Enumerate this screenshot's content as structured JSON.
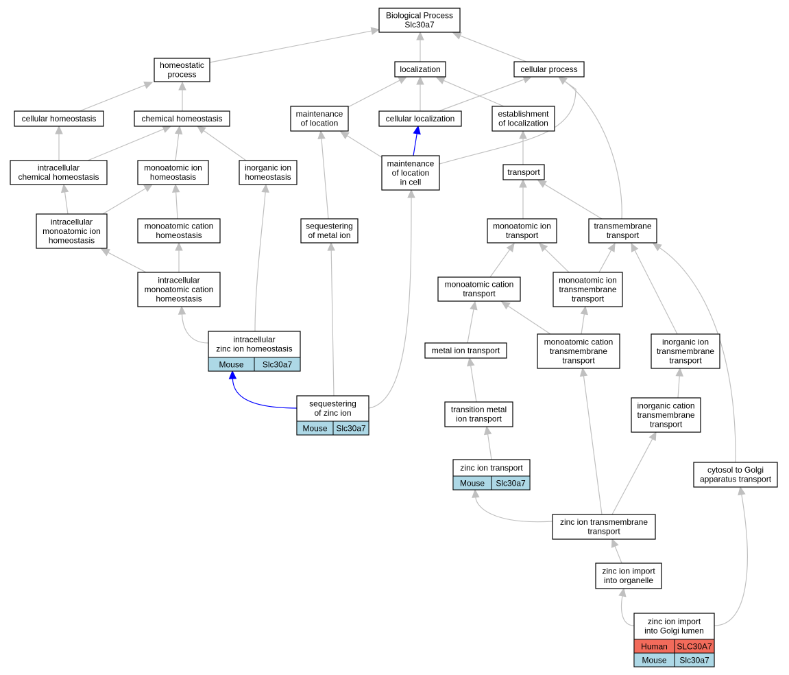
{
  "colors": {
    "edge_default": "#c0c0c0",
    "edge_highlight": "#0000ff",
    "mouse_cell": "#add8e6",
    "human_cell": "#f26b5b",
    "node_border": "#000000",
    "node_fill": "#ffffff"
  },
  "nodes": {
    "bp": {
      "lines": [
        "Biological Process",
        "Slc30a7"
      ]
    },
    "homeostatic": {
      "lines": [
        "homeostatic",
        "process"
      ]
    },
    "localization": {
      "lines": [
        "localization"
      ]
    },
    "cellular_process": {
      "lines": [
        "cellular process"
      ]
    },
    "cellular_homeostasis": {
      "lines": [
        "cellular homeostasis"
      ]
    },
    "chemical_homeostasis": {
      "lines": [
        "chemical homeostasis"
      ]
    },
    "maintenance_location": {
      "lines": [
        "maintenance",
        "of location"
      ]
    },
    "cellular_localization": {
      "lines": [
        "cellular localization"
      ]
    },
    "establishment_localization": {
      "lines": [
        "establishment",
        "of localization"
      ]
    },
    "intracellular_chemical": {
      "lines": [
        "intracellular",
        "chemical homeostasis"
      ]
    },
    "monoatomic_ion_homeostasis": {
      "lines": [
        "monoatomic ion",
        "homeostasis"
      ]
    },
    "inorganic_ion_homeostasis": {
      "lines": [
        "inorganic ion",
        "homeostasis"
      ]
    },
    "maintenance_location_cell": {
      "lines": [
        "maintenance",
        "of location",
        "in cell"
      ]
    },
    "transport": {
      "lines": [
        "transport"
      ]
    },
    "intracellular_monoatomic_ion": {
      "lines": [
        "intracellular",
        "monoatomic ion",
        "homeostasis"
      ]
    },
    "monoatomic_cation_homeostasis": {
      "lines": [
        "monoatomic cation",
        "homeostasis"
      ]
    },
    "sequestering_metal_ion": {
      "lines": [
        "sequestering",
        "of metal ion"
      ]
    },
    "monoatomic_ion_transport": {
      "lines": [
        "monoatomic ion",
        "transport"
      ]
    },
    "transmembrane_transport": {
      "lines": [
        "transmembrane",
        "transport"
      ]
    },
    "intracellular_monoatomic_cation": {
      "lines": [
        "intracellular",
        "monoatomic cation",
        "homeostasis"
      ]
    },
    "monoatomic_cation_transport": {
      "lines": [
        "monoatomic cation",
        "transport"
      ]
    },
    "monoatomic_ion_tm_transport": {
      "lines": [
        "monoatomic ion",
        "transmembrane",
        "transport"
      ]
    },
    "intracellular_zinc": {
      "lines": [
        "intracellular",
        "zinc ion homeostasis"
      ],
      "rows": [
        [
          "Mouse",
          "Slc30a7"
        ]
      ]
    },
    "metal_ion_transport": {
      "lines": [
        "metal ion transport"
      ]
    },
    "monoatomic_cation_tm_transport": {
      "lines": [
        "monoatomic cation",
        "transmembrane",
        "transport"
      ]
    },
    "inorganic_ion_tm_transport": {
      "lines": [
        "inorganic ion",
        "transmembrane",
        "transport"
      ]
    },
    "sequestering_zinc": {
      "lines": [
        "sequestering",
        "of zinc ion"
      ],
      "rows": [
        [
          "Mouse",
          "Slc30a7"
        ]
      ]
    },
    "transition_metal_transport": {
      "lines": [
        "transition metal",
        "ion transport"
      ]
    },
    "inorganic_cation_tm_transport": {
      "lines": [
        "inorganic cation",
        "transmembrane",
        "transport"
      ]
    },
    "zinc_ion_transport": {
      "lines": [
        "zinc ion transport"
      ],
      "rows": [
        [
          "Mouse",
          "Slc30a7"
        ]
      ]
    },
    "cytosol_golgi": {
      "lines": [
        "cytosol to Golgi",
        "apparatus transport"
      ]
    },
    "zinc_tm_transport": {
      "lines": [
        "zinc ion transmembrane",
        "transport"
      ]
    },
    "zinc_import_organelle": {
      "lines": [
        "zinc ion import",
        "into organelle"
      ]
    },
    "zinc_import_golgi": {
      "lines": [
        "zinc ion import",
        "into Golgi lumen"
      ],
      "rows": [
        [
          "Human",
          "SLC30A7"
        ],
        [
          "Mouse",
          "Slc30a7"
        ]
      ]
    }
  },
  "edges": [
    {
      "from": "homeostatic",
      "to": "bp"
    },
    {
      "from": "localization",
      "to": "bp"
    },
    {
      "from": "cellular_process",
      "to": "bp"
    },
    {
      "from": "cellular_homeostasis",
      "to": "homeostatic"
    },
    {
      "from": "chemical_homeostasis",
      "to": "homeostatic"
    },
    {
      "from": "maintenance_location",
      "to": "localization"
    },
    {
      "from": "cellular_localization",
      "to": "localization"
    },
    {
      "from": "establishment_localization",
      "to": "localization"
    },
    {
      "from": "cellular_localization",
      "to": "cellular_process"
    },
    {
      "from": "intracellular_chemical",
      "to": "cellular_homeostasis"
    },
    {
      "from": "intracellular_chemical",
      "to": "chemical_homeostasis"
    },
    {
      "from": "monoatomic_ion_homeostasis",
      "to": "chemical_homeostasis"
    },
    {
      "from": "inorganic_ion_homeostasis",
      "to": "chemical_homeostasis"
    },
    {
      "from": "maintenance_location_cell",
      "to": "maintenance_location"
    },
    {
      "from": "maintenance_location_cell",
      "to": "cellular_localization",
      "highlight": true
    },
    {
      "from": "maintenance_location_cell",
      "to": "cellular_process"
    },
    {
      "from": "transport",
      "to": "establishment_localization"
    },
    {
      "from": "intracellular_monoatomic_ion",
      "to": "intracellular_chemical"
    },
    {
      "from": "intracellular_monoatomic_ion",
      "to": "monoatomic_ion_homeostasis"
    },
    {
      "from": "monoatomic_cation_homeostasis",
      "to": "monoatomic_ion_homeostasis"
    },
    {
      "from": "sequestering_metal_ion",
      "to": "maintenance_location"
    },
    {
      "from": "monoatomic_ion_transport",
      "to": "transport"
    },
    {
      "from": "transmembrane_transport",
      "to": "transport"
    },
    {
      "from": "transmembrane_transport",
      "to": "cellular_process"
    },
    {
      "from": "intracellular_monoatomic_cation",
      "to": "intracellular_monoatomic_ion"
    },
    {
      "from": "intracellular_monoatomic_cation",
      "to": "monoatomic_cation_homeostasis"
    },
    {
      "from": "monoatomic_cation_transport",
      "to": "monoatomic_ion_transport"
    },
    {
      "from": "monoatomic_ion_tm_transport",
      "to": "monoatomic_ion_transport"
    },
    {
      "from": "monoatomic_ion_tm_transport",
      "to": "transmembrane_transport"
    },
    {
      "from": "intracellular_zinc",
      "to": "intracellular_monoatomic_cation"
    },
    {
      "from": "intracellular_zinc",
      "to": "inorganic_ion_homeostasis"
    },
    {
      "from": "metal_ion_transport",
      "to": "monoatomic_cation_transport"
    },
    {
      "from": "monoatomic_cation_tm_transport",
      "to": "monoatomic_cation_transport"
    },
    {
      "from": "monoatomic_cation_tm_transport",
      "to": "monoatomic_ion_tm_transport"
    },
    {
      "from": "inorganic_ion_tm_transport",
      "to": "transmembrane_transport"
    },
    {
      "from": "sequestering_zinc",
      "to": "intracellular_zinc",
      "highlight": true
    },
    {
      "from": "sequestering_zinc",
      "to": "sequestering_metal_ion"
    },
    {
      "from": "sequestering_zinc",
      "to": "maintenance_location_cell"
    },
    {
      "from": "transition_metal_transport",
      "to": "metal_ion_transport"
    },
    {
      "from": "inorganic_cation_tm_transport",
      "to": "inorganic_ion_tm_transport"
    },
    {
      "from": "zinc_ion_transport",
      "to": "transition_metal_transport"
    },
    {
      "from": "cytosol_golgi",
      "to": "transmembrane_transport"
    },
    {
      "from": "zinc_tm_transport",
      "to": "zinc_ion_transport"
    },
    {
      "from": "zinc_tm_transport",
      "to": "monoatomic_cation_tm_transport"
    },
    {
      "from": "zinc_tm_transport",
      "to": "inorganic_cation_tm_transport"
    },
    {
      "from": "zinc_import_organelle",
      "to": "zinc_tm_transport"
    },
    {
      "from": "zinc_import_golgi",
      "to": "zinc_import_organelle"
    },
    {
      "from": "zinc_import_golgi",
      "to": "cytosol_golgi"
    }
  ]
}
